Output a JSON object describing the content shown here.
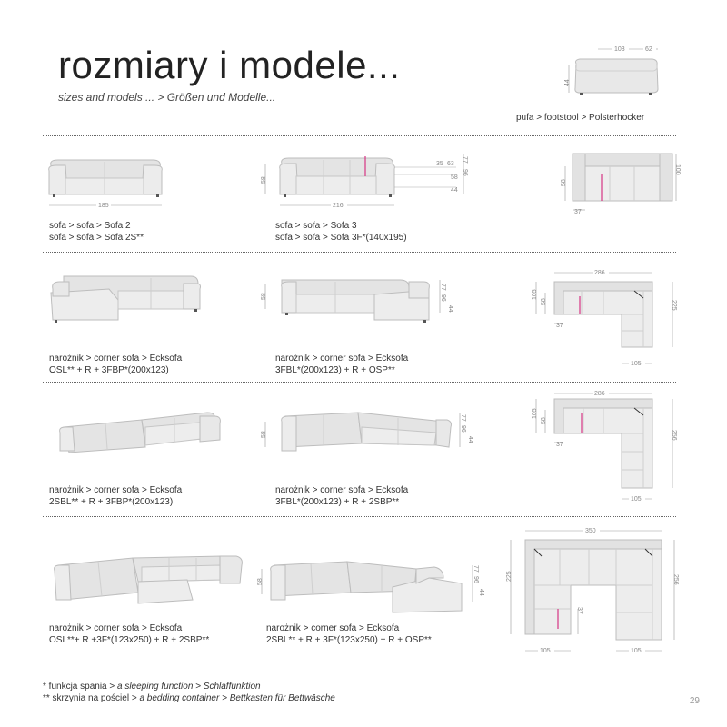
{
  "header": {
    "title": "rozmiary i modele...",
    "subtitle": "sizes and models ... > Größen und Modelle..."
  },
  "pufa": {
    "label": "pufa > footstool > Polsterhocker",
    "dims": [
      "103",
      "62",
      "44"
    ]
  },
  "row1": {
    "sofa2": {
      "line1": "sofa > sofa > Sofa 2",
      "line2": "sofa > sofa > Sofa 2S**",
      "dims": [
        "185"
      ]
    },
    "sofa3": {
      "line1": "sofa > sofa > Sofa 3",
      "line2": "sofa > sofa > Sofa 3F*(140x195)",
      "dims": [
        "216",
        "58",
        "35",
        "63",
        "58",
        "44",
        "77",
        "96"
      ]
    },
    "plan": {
      "dims": [
        "58",
        "37",
        "100"
      ]
    }
  },
  "row2": {
    "a": {
      "line1": "narożnik > corner sofa > Ecksofa",
      "line2": "OSL** + R + 3FBP*(200x123)"
    },
    "b": {
      "line1": "narożnik > corner sofa > Ecksofa",
      "line2": "3FBL*(200x123) + R + OSP**",
      "dims": [
        "58",
        "77",
        "96",
        "44"
      ]
    },
    "plan": {
      "dims": [
        "286",
        "105",
        "58",
        "37",
        "225",
        "105"
      ]
    }
  },
  "row3": {
    "a": {
      "line1": "narożnik > corner sofa > Ecksofa",
      "line2": "2SBL** + R + 3FBP*(200x123)"
    },
    "b": {
      "line1": "narożnik > corner sofa > Ecksofa",
      "line2": "3FBL*(200x123) + R + 2SBP**",
      "dims": [
        "58",
        "77",
        "96",
        "44"
      ]
    },
    "plan": {
      "dims": [
        "286",
        "105",
        "58",
        "37",
        "256",
        "105"
      ]
    }
  },
  "row4": {
    "a": {
      "line1": "narożnik > corner sofa > Ecksofa",
      "line2": "OSL**+ R +3F*(123x250) + R + 2SBP**"
    },
    "b": {
      "line1": "narożnik > corner sofa > Ecksofa",
      "line2": "2SBL** + R + 3F*(123x250) + R + OSP**",
      "dims": [
        "58",
        "77",
        "96",
        "44"
      ]
    },
    "plan": {
      "dims": [
        "350",
        "225",
        "37",
        "105",
        "105",
        "256"
      ]
    }
  },
  "footnotes": {
    "f1_a": "* funkcja spania > ",
    "f1_b": "a sleeping function > Schlaffunktion",
    "f2_a": "** skrzynia na pościel > ",
    "f2_b": "a bedding container > Bettkasten für Bettwäsche"
  },
  "page_number": "29",
  "colors": {
    "sofa": "#e6e6e6",
    "sofa_shadow": "#c9c9c9",
    "dim": "#8a8a8a",
    "accent": "#d63384"
  }
}
